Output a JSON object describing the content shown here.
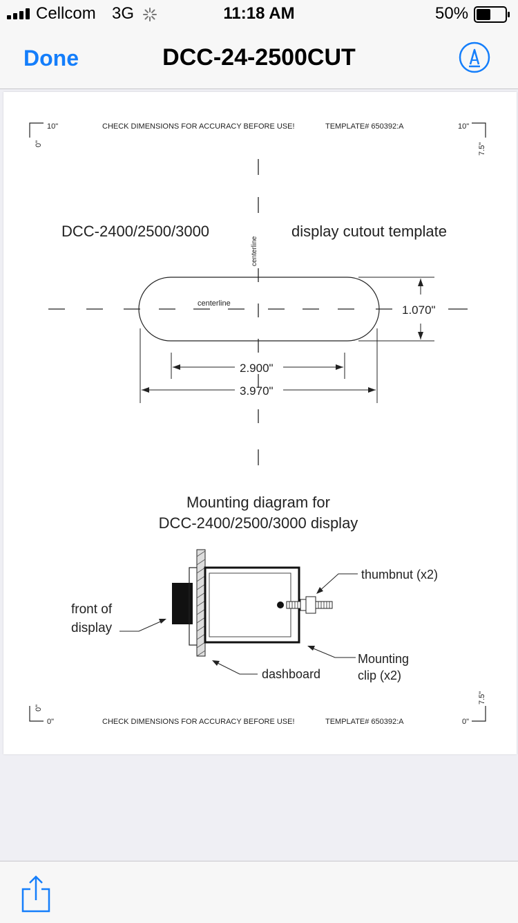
{
  "status_bar": {
    "carrier": "Cellcom",
    "network": "3G",
    "time": "11:18 AM",
    "battery": "50%",
    "battery_level": 0.5
  },
  "nav": {
    "done_label": "Done",
    "title": "DCC-24-2500CUT"
  },
  "document": {
    "corner_top_left": "10\"",
    "corner_top_left_side": "0\"",
    "corner_top_right": "10\"",
    "corner_top_right_side": "7.5\"",
    "corner_bottom_left": "0\"",
    "corner_bottom_left_side": "0\"",
    "corner_bottom_right": "0\"",
    "corner_bottom_right_side": "7.5\"",
    "header_warning": "CHECK DIMENSIONS FOR ACCURACY BEFORE USE!",
    "header_template": "TEMPLATE# 650392:A",
    "footer_warning": "CHECK DIMENSIONS FOR ACCURACY BEFORE USE!",
    "footer_template": "TEMPLATE# 650392:A",
    "model_title": "DCC-2400/2500/3000",
    "template_title": "display cutout template",
    "centerline_vertical": "centerline",
    "centerline_horizontal": "centerline",
    "dim_height": "1.070\"",
    "dim_inner_width": "2.900\"",
    "dim_outer_width": "3.970\"",
    "mounting_title_1": "Mounting diagram for",
    "mounting_title_2": "DCC-2400/2500/3000 display",
    "label_thumbnut": "thumbnut (x2)",
    "label_front_1": "front of",
    "label_front_2": "display",
    "label_dashboard": "dashboard",
    "label_clip_1": "Mounting",
    "label_clip_2": "clip (x2)"
  }
}
